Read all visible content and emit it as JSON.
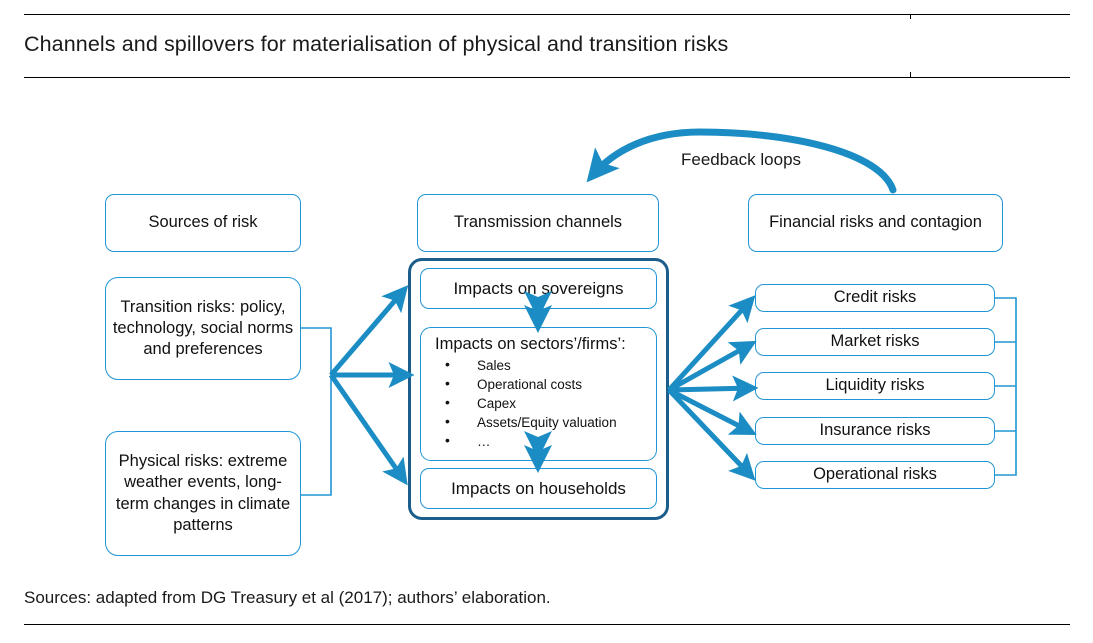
{
  "header": {
    "title": "Channels and spillovers for materialisation of physical and transition risks"
  },
  "footer": {
    "source": "Sources: adapted from DG Treasury et al (2017); authors’ elaboration."
  },
  "colors": {
    "accent_blue": "#2196d4",
    "dark_blue": "#1b5e8c",
    "arrow_blue": "#1b8dc4",
    "text": "#111111",
    "rule": "#000000"
  },
  "columns": {
    "left": {
      "header": "Sources of risk",
      "boxes": [
        {
          "label": "Transition risks: policy, technology, social norms and preferences"
        },
        {
          "label": "Physical risks: extreme weather events, long-term changes in climate patterns"
        }
      ]
    },
    "middle": {
      "header": "Transmission channels",
      "sovereigns": "Impacts on sovereigns",
      "sectors": {
        "title": "Impacts on sectors’/firms’:",
        "bullets": [
          "Sales",
          "Operational costs",
          "Capex",
          "Assets/Equity valuation",
          "…"
        ]
      },
      "households": "Impacts on households"
    },
    "right": {
      "header": "Financial risks and contagion",
      "risks": [
        {
          "label": "Credit risks"
        },
        {
          "label": "Market risks"
        },
        {
          "label": "Liquidity risks"
        },
        {
          "label": "Insurance risks"
        },
        {
          "label": "Operational risks"
        }
      ]
    }
  },
  "annotations": {
    "feedback_loops": "Feedback loops"
  }
}
